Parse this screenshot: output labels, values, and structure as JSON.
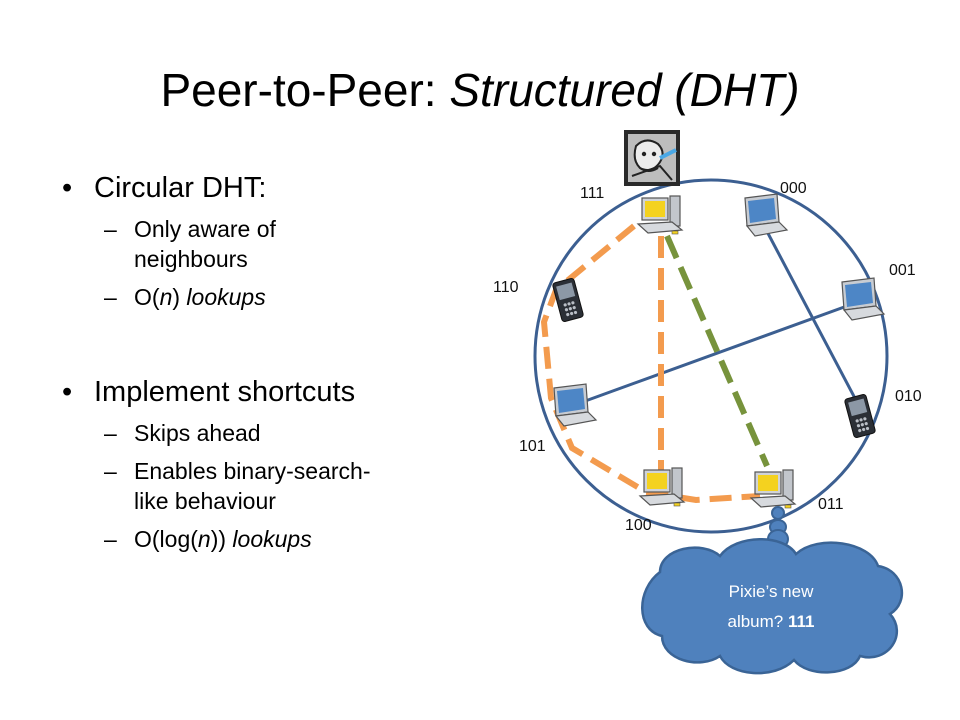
{
  "slide": {
    "title_plain": "Peer-to-Peer: ",
    "title_italic": "Structured (DHT)"
  },
  "bullets": {
    "b1": {
      "text": "Circular DHT:"
    },
    "b1_sub1": {
      "line1": "Only aware of",
      "line2": "neighbours"
    },
    "b1_sub2": {
      "pre": "O(",
      "n": "n",
      "post": ") ",
      "italic": "lookups"
    },
    "b2": {
      "text": "Implement shortcuts"
    },
    "b2_sub1": {
      "text": "Skips ahead"
    },
    "b2_sub2": {
      "line1": "Enables binary-search-",
      "line2": "like behaviour"
    },
    "b2_sub3": {
      "pre": "O(log(",
      "n": "n",
      "post": ")) ",
      "italic": "lookups"
    }
  },
  "diagram": {
    "nodes": {
      "n000": {
        "label": "000",
        "device": "laptop-icon"
      },
      "n001": {
        "label": "001",
        "device": "laptop-icon"
      },
      "n010": {
        "label": "010",
        "device": "pda-icon"
      },
      "n011": {
        "label": "011",
        "device": "desktop-icon"
      },
      "n100": {
        "label": "100",
        "device": "desktop-icon"
      },
      "n101": {
        "label": "101",
        "device": "laptop-icon"
      },
      "n110": {
        "label": "110",
        "device": "pda-icon"
      },
      "n111": {
        "label": "111",
        "device": "desktop-icon"
      }
    },
    "cloud": {
      "line1": "Pixie’s new",
      "line2_plain": "album? ",
      "line2_bold": "111"
    },
    "colors": {
      "ring": "#3c5f91",
      "route": "#f39b4e",
      "shortcut": "#77933c",
      "cloud_fill": "#4f81bd",
      "cloud_stroke": "#3a6496"
    }
  }
}
